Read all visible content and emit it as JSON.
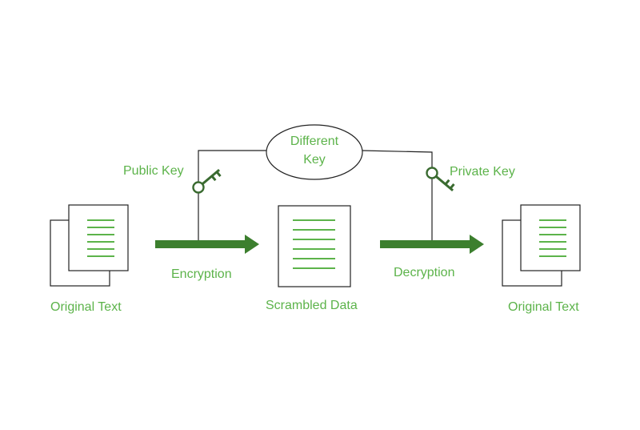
{
  "diagram": {
    "source_doc_label": "Original Text",
    "output_doc_label": "Original Text",
    "middle_doc_label": "Scrambled Data",
    "encryption_label": "Encryption",
    "decryption_label": "Decryption",
    "public_key_label": "Public Key",
    "private_key_label": "Private Key",
    "ellipse_line1": "Different",
    "ellipse_line2": "Key",
    "colors": {
      "accent_green": "#5cb34a",
      "arrow_green": "#3c7f2e",
      "outline": "#222222",
      "key_green": "#3a6b30"
    },
    "icons": {
      "public_key": "key-icon",
      "private_key": "key-icon"
    }
  }
}
